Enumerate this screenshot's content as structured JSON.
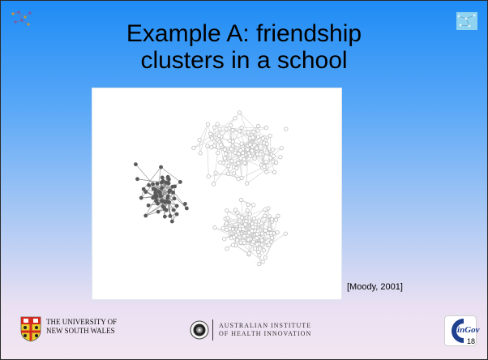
{
  "slide": {
    "title_line1": "Example A: friendship",
    "title_line2": "clusters in a school",
    "citation": "[Moody, 2001]",
    "page_number": "18"
  },
  "footer": {
    "unsw_line1": "THE UNIVERSITY OF",
    "unsw_line2": "NEW SOUTH WALES",
    "aihi_line1": "AUSTRALIAN INSTITUTE",
    "aihi_line2": "OF HEALTH INNOVATION",
    "clingov_text": "linGov"
  },
  "colors": {
    "gradient_top": "#1e8cf5",
    "gradient_bottom": "#f2e6f1",
    "cluster_dark": "#5a5a5a",
    "cluster_light": "#bdbdbd",
    "clingov_blue": "#1f3f8f"
  },
  "network": {
    "clusters": [
      {
        "name": "dark-cluster",
        "shade": "dark",
        "node_count": 60
      },
      {
        "name": "upper-light-cluster",
        "shade": "light",
        "node_count": 110
      },
      {
        "name": "lower-light-cluster",
        "shade": "light",
        "node_count": 110
      }
    ]
  }
}
